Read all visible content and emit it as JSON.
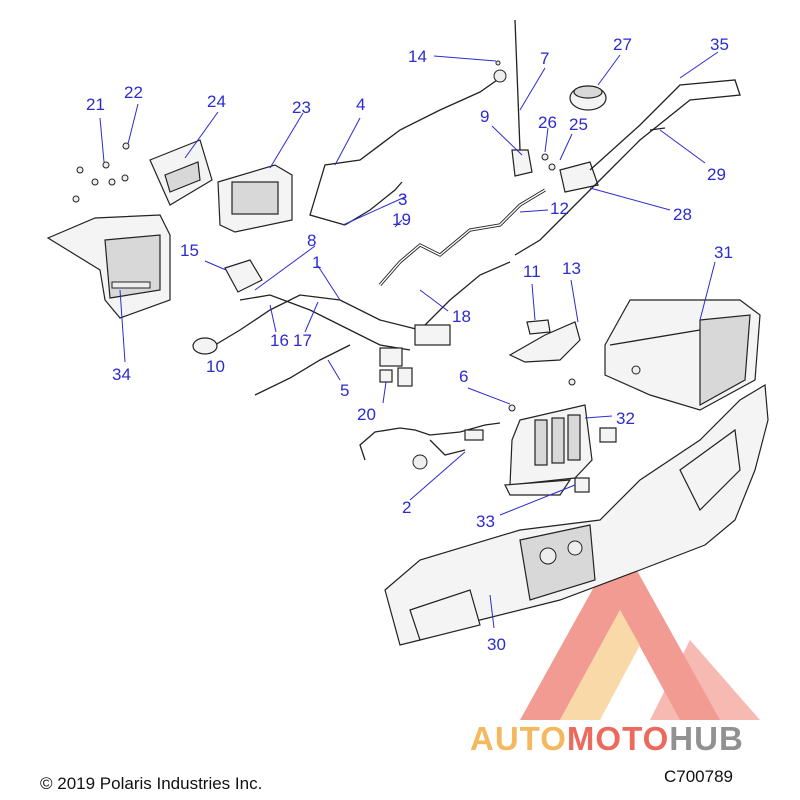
{
  "diagram": {
    "callouts": [
      {
        "id": "1",
        "text": "1"
      },
      {
        "id": "2",
        "text": "2"
      },
      {
        "id": "3",
        "text": "3"
      },
      {
        "id": "4",
        "text": "4"
      },
      {
        "id": "5",
        "text": "5"
      },
      {
        "id": "6",
        "text": "6"
      },
      {
        "id": "7",
        "text": "7"
      },
      {
        "id": "8",
        "text": "8"
      },
      {
        "id": "9",
        "text": "9"
      },
      {
        "id": "10",
        "text": "10"
      },
      {
        "id": "11",
        "text": "11"
      },
      {
        "id": "12",
        "text": "12"
      },
      {
        "id": "13",
        "text": "13"
      },
      {
        "id": "14",
        "text": "14"
      },
      {
        "id": "15",
        "text": "15"
      },
      {
        "id": "16",
        "text": "16"
      },
      {
        "id": "17",
        "text": "17"
      },
      {
        "id": "18",
        "text": "18"
      },
      {
        "id": "19",
        "text": "19"
      },
      {
        "id": "20",
        "text": "20"
      },
      {
        "id": "21",
        "text": "21"
      },
      {
        "id": "22",
        "text": "22"
      },
      {
        "id": "23",
        "text": "23"
      },
      {
        "id": "24",
        "text": "24"
      },
      {
        "id": "25",
        "text": "25"
      },
      {
        "id": "26",
        "text": "26"
      },
      {
        "id": "27",
        "text": "27"
      },
      {
        "id": "28",
        "text": "28"
      },
      {
        "id": "29",
        "text": "29"
      },
      {
        "id": "30",
        "text": "30"
      },
      {
        "id": "31",
        "text": "31"
      },
      {
        "id": "32",
        "text": "32"
      },
      {
        "id": "33",
        "text": "33"
      },
      {
        "id": "34",
        "text": "34"
      },
      {
        "id": "35",
        "text": "35"
      }
    ]
  },
  "footer": {
    "copyright": "© 2019 Polaris Industries Inc.",
    "figure_code": "C700789"
  },
  "watermark": {
    "part1": "AUTO",
    "part2": "MOTO",
    "part3": "HUB",
    "colors": {
      "orange": "#f2a93b",
      "red": "#e84a3a",
      "grey": "#7a7a7a"
    }
  },
  "colors": {
    "callout": "#2b2bd0",
    "line": "#222222",
    "background": "#ffffff"
  }
}
